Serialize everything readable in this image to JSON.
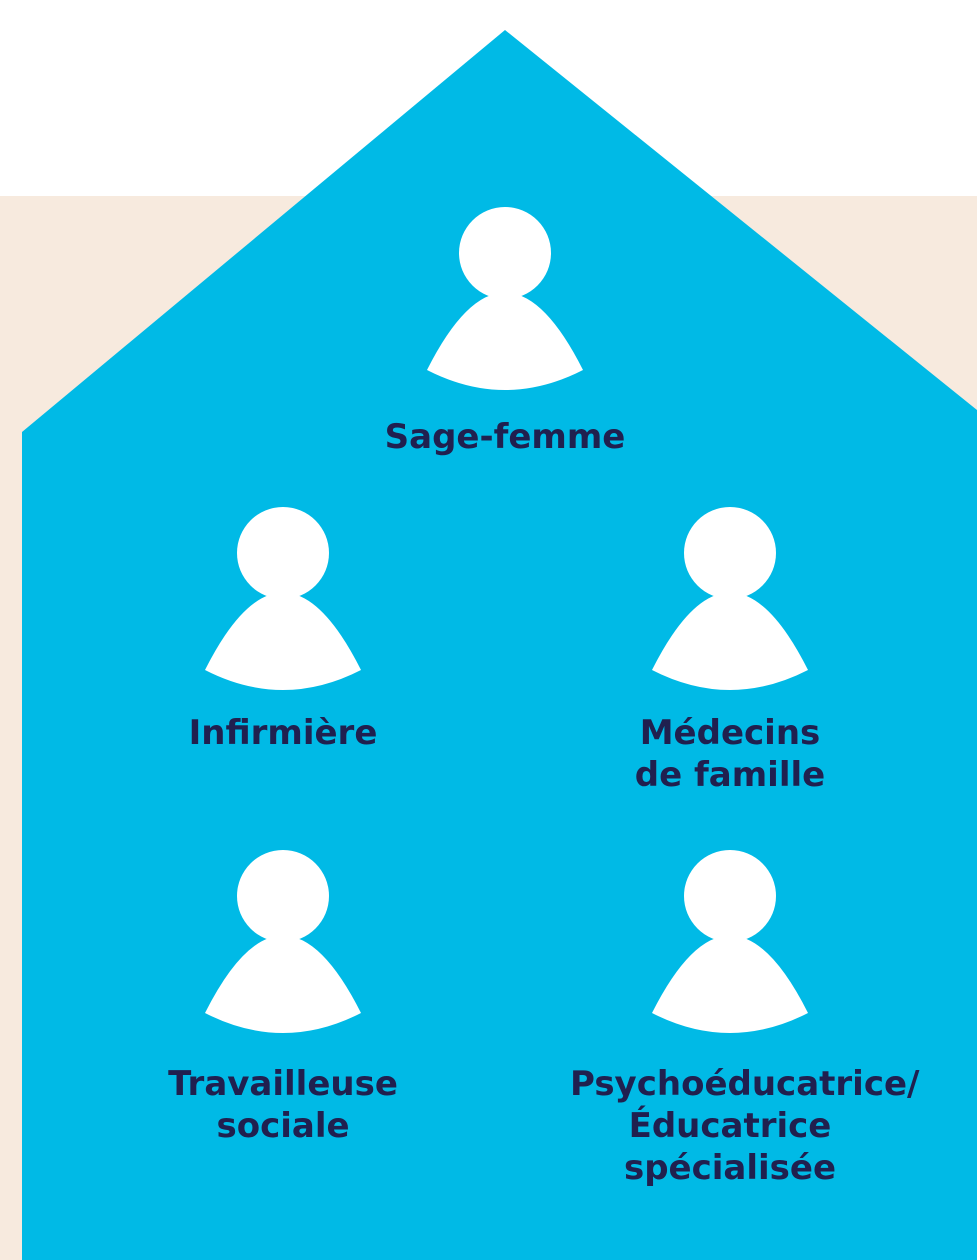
{
  "colors": {
    "backdrop": "#f7eade",
    "house": "#00bae6",
    "figure": "#ffffff",
    "label_text": "#20204f"
  },
  "roles": [
    {
      "id": "sage-femme",
      "label": "Sage-femme",
      "icon": "person-icon"
    },
    {
      "id": "infirmiere",
      "label": "Infirmière",
      "icon": "person-icon"
    },
    {
      "id": "medecins-de-famille",
      "label": "Médecins\nde famille",
      "icon": "person-icon"
    },
    {
      "id": "travailleuse-sociale",
      "label": "Travailleuse\nsociale",
      "icon": "person-icon"
    },
    {
      "id": "psychoeducatrice",
      "label": "Psychoéducatrice/\nÉducatrice\nspécialisée",
      "icon": "person-icon"
    }
  ]
}
